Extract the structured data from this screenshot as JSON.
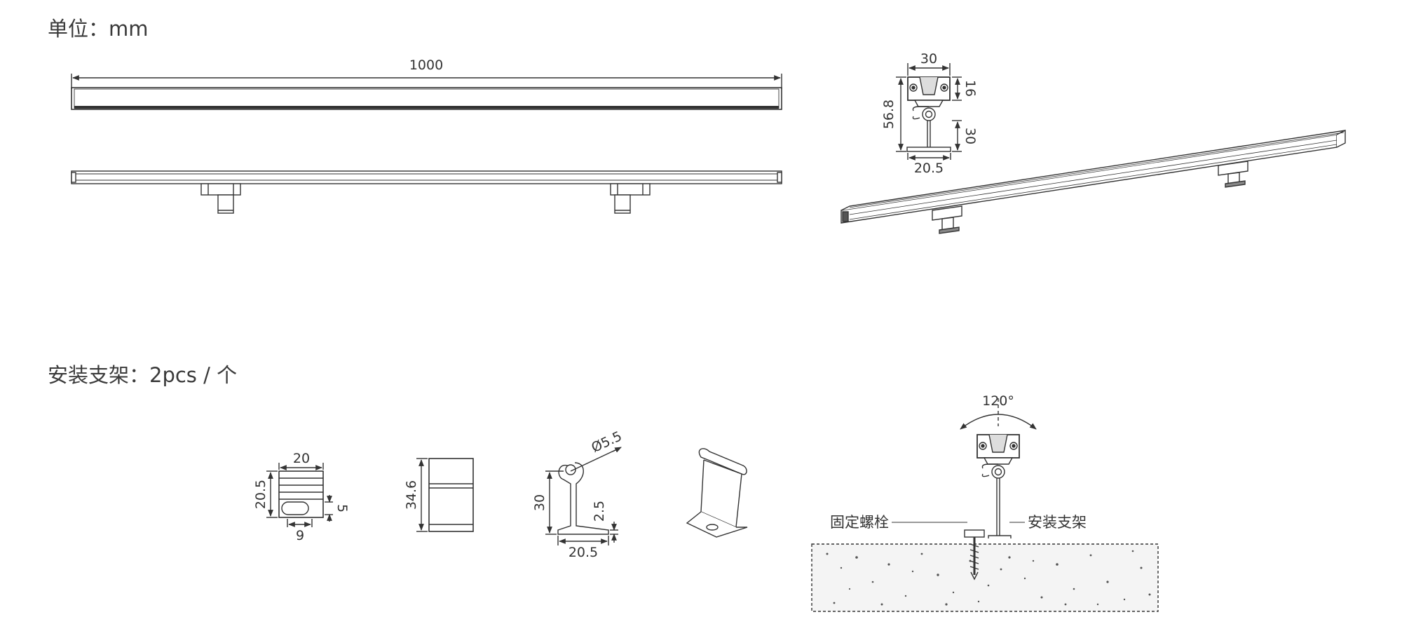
{
  "titles": {
    "unit": "单位：mm",
    "bracket": "安装支架：2pcs / 个"
  },
  "dimensions": {
    "length": "1000",
    "section_width": "30",
    "section_top_height": "16",
    "section_total_height": "56.8",
    "section_stem_height": "30",
    "section_base_width": "20.5",
    "clip_width": "20",
    "clip_height": "20.5",
    "clip_slot_height": "5",
    "clip_slot_width": "9",
    "bracket_height": "34.6",
    "side_hole_diameter": "Ø5.5",
    "side_height": "30",
    "side_foot_thickness": "2.5",
    "side_base_width": "20.5",
    "rotation_angle": "120°"
  },
  "callouts": {
    "bolt": "固定螺栓",
    "bracket": "安装支架"
  },
  "colors": {
    "line": "#333333",
    "text": "#333333",
    "concrete_fill": "#f4f4f4"
  }
}
